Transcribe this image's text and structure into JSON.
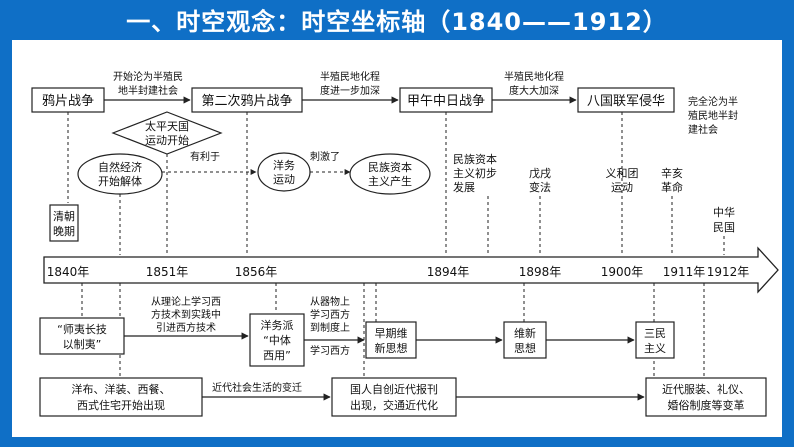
{
  "title": "一、时空观念：时空坐标轴（1840——1912）",
  "colors": {
    "frame": "#0f6fc6",
    "text": "#111111",
    "line": "#222222"
  },
  "top_events": [
    "鸦片战争",
    "第二次鸦片战争",
    "甲午中日战争",
    "八国联军侵华"
  ],
  "top_notes": [
    [
      "开始沦为半殖民",
      "地半封建社会"
    ],
    [
      "半殖民地化程",
      "度进一步加深"
    ],
    [
      "半殖民地化程",
      "度大大加深"
    ],
    [
      "完全沦为半",
      "殖民地半封",
      "建社会"
    ]
  ],
  "taiping": [
    "太平天国",
    "运动开始"
  ],
  "econ": {
    "natural": [
      "自然经济",
      "开始解体"
    ],
    "helps": "有利于",
    "yangwu": [
      "洋务",
      "运动"
    ],
    "stimulate": "刺激了",
    "national_capital": [
      "民族资本",
      "主义产生"
    ],
    "early_dev": [
      "民族资本",
      "主义初步",
      "发展"
    ],
    "wuxu": [
      "戊戌",
      "变法"
    ],
    "boxer": [
      "义和团",
      "运动"
    ],
    "xinhai": [
      "辛亥",
      "革命"
    ],
    "late_qing": [
      "清朝",
      "晚期"
    ],
    "roc": [
      "中华",
      "民国"
    ]
  },
  "years": [
    "1840年",
    "1851年",
    "1856年",
    "1894年",
    "1898年",
    "1900年",
    "1911年",
    "1912年"
  ],
  "thought": {
    "shiyi": [
      "“师夷长技",
      "以制夷”"
    ],
    "note1": [
      "从理论上学习西",
      "方技术到实践中",
      "引进西方技术"
    ],
    "zhongti": [
      "洋务派",
      "“中体",
      "西用”"
    ],
    "note2": [
      "从器物上",
      "学习西方",
      "到制度上",
      "学习西方"
    ],
    "early_reform": [
      "早期维",
      "新思想"
    ],
    "reform": [
      "维新",
      "思想"
    ],
    "sanmin": [
      "三民",
      "主义"
    ]
  },
  "society": {
    "left": [
      "洋布、洋装、西餐、",
      "西式住宅开始出现"
    ],
    "change": "近代社会生活的变迁",
    "mid": [
      "国人自创近代报刊",
      "出现，交通近代化"
    ],
    "right": [
      "近代服装、礼仪、",
      "婚俗制度等变革"
    ]
  }
}
